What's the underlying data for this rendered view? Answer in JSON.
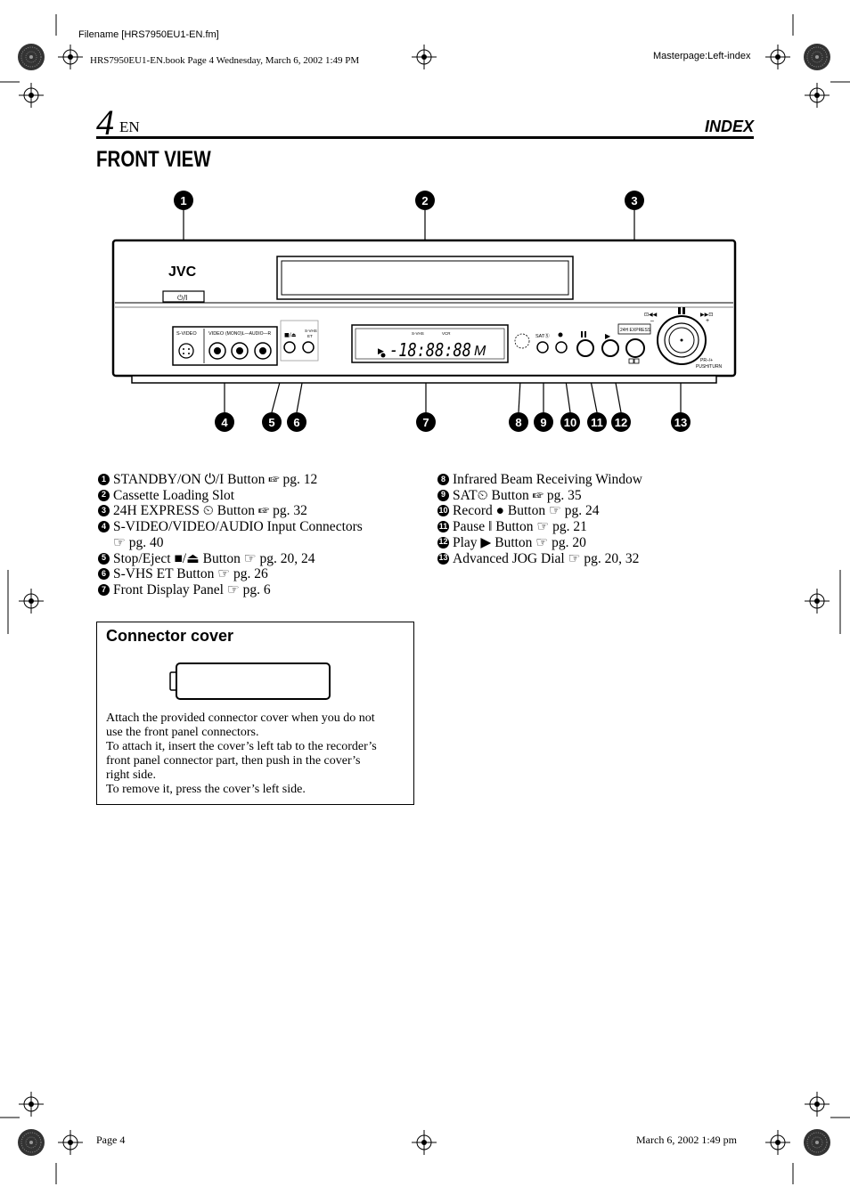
{
  "header": {
    "filename": "Filename [HRS7950EU1-EN.fm]",
    "bookline": "HRS7950EU1-EN.book  Page 4  Wednesday, March 6, 2002  1:49 PM",
    "masterpage": "Masterpage:Left-index"
  },
  "page": {
    "number": "4",
    "lang": "EN",
    "section": "INDEX"
  },
  "title": "FRONT VIEW",
  "diagram": {
    "brand": "JVC",
    "labels": {
      "svideo": "S-VIDEO",
      "video": "VIDEO",
      "audio": "(MONO)L—AUDIO—R",
      "svhs": "S-VHS",
      "et": "ET",
      "sat": "SATⓈ",
      "express": "24H EXPRESS",
      "pr": "PR–/+",
      "push": "PUSH/TURN",
      "display_digits": "-18:88:88",
      "svhs_small": "S-VHS",
      "vcr": "VCR"
    },
    "callouts": [
      "1",
      "2",
      "3",
      "4",
      "5",
      "6",
      "7",
      "8",
      "9",
      "10",
      "11",
      "12",
      "13"
    ]
  },
  "items_left": [
    {
      "num": "1",
      "text": "STANDBY/ON ⏻/I Button ☞ pg. 12"
    },
    {
      "num": "2",
      "text": "Cassette Loading Slot"
    },
    {
      "num": "3",
      "text": "24H EXPRESS ⏲ Button ☞ pg. 32"
    },
    {
      "num": "4",
      "text": "S-VIDEO/VIDEO/AUDIO Input Connectors"
    },
    {
      "num": "",
      "text": "☞ pg. 40"
    },
    {
      "num": "5",
      "text": "Stop/Eject ■/⏏ Button ☞ pg. 20, 24"
    },
    {
      "num": "6",
      "text": "S-VHS ET Button ☞ pg. 26"
    },
    {
      "num": "7",
      "text": "Front Display Panel ☞ pg. 6"
    }
  ],
  "items_right": [
    {
      "num": "8",
      "text": "Infrared Beam Receiving Window"
    },
    {
      "num": "9",
      "text": "SAT⏲ Button ☞ pg. 35"
    },
    {
      "num": "10",
      "text": "Record ● Button ☞ pg. 24"
    },
    {
      "num": "11",
      "text": "Pause ‖ Button ☞ pg. 21"
    },
    {
      "num": "12",
      "text": "Play ▶ Button ☞ pg. 20"
    },
    {
      "num": "13",
      "text": "Advanced JOG Dial ☞ pg. 20, 32"
    }
  ],
  "connector_cover": {
    "title": "Connector cover",
    "lines": [
      "Attach the provided connector cover when you do not",
      "use the front panel connectors.",
      "To attach it, insert the cover’s left tab to the recorder’s",
      "front panel connector part, then push in the cover’s",
      "right side.",
      "To remove it, press the cover’s left side."
    ]
  },
  "footer": {
    "page": "Page 4",
    "date": "March 6, 2002 1:49 pm"
  }
}
